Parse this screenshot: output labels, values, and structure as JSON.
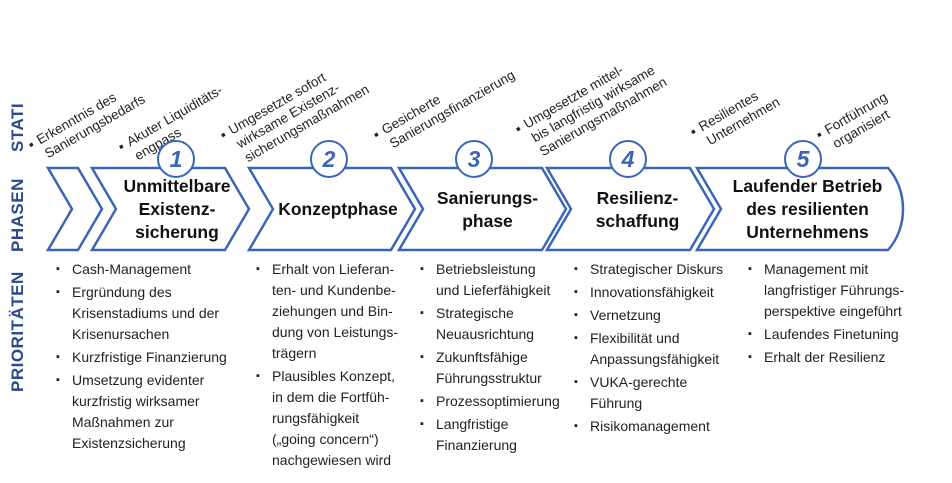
{
  "side_labels": {
    "stati": "STATI",
    "phasen": "PHASEN",
    "prioritaeten": "PRIORITÄTEN"
  },
  "stati": [
    {
      "lines": [
        "Erkenntnis des",
        "Sanierungsbedarfs"
      ]
    },
    {
      "lines": [
        "Akuter Liquiditäts-",
        "engpass"
      ]
    },
    {
      "lines": [
        "Umgesetzte sofort",
        "wirksame Existenz-",
        "sicherungsmaßnahmen"
      ]
    },
    {
      "lines": [
        "Gesicherte",
        "Sanierungsfinanzierung"
      ]
    },
    {
      "lines": [
        "Umgesetzte mittel-",
        "bis langfristig wirksame",
        "Sanierungsmaßnahmen"
      ]
    },
    {
      "lines": [
        "Resilientes",
        "Unternehmen"
      ]
    },
    {
      "lines": [
        "Fortführung",
        "organisiert"
      ]
    }
  ],
  "phases": [
    {
      "number": "1",
      "title_lines": [
        "Unmittelbare",
        "Existenz-",
        "sicherung"
      ]
    },
    {
      "number": "2",
      "title_lines": [
        "Konzeptphase"
      ]
    },
    {
      "number": "3",
      "title_lines": [
        "Sanierungs-",
        "phase"
      ]
    },
    {
      "number": "4",
      "title_lines": [
        "Resilienz-",
        "schaffung"
      ]
    },
    {
      "number": "5",
      "title_lines": [
        "Laufender Betrieb",
        "des resilienten",
        "Unternehmens"
      ]
    }
  ],
  "priorities": [
    [
      {
        "lines": [
          "Cash-Management"
        ]
      },
      {
        "lines": [
          "Ergründung des",
          "Krisenstadiums und der",
          "Krisenursachen"
        ]
      },
      {
        "lines": [
          "Kurzfristige Finanzierung"
        ]
      },
      {
        "lines": [
          "Umsetzung evidenter",
          "kurzfristig wirksamer",
          "Maßnahmen zur",
          "Existenzsicherung"
        ]
      }
    ],
    [
      {
        "lines": [
          "Erhalt von Lieferan-",
          "ten- und Kundenbe-",
          "ziehungen und Bin-",
          "dung von Leistungs-",
          "trägern"
        ]
      },
      {
        "lines": [
          "Plausibles Konzept,",
          "in dem die Fortfüh-",
          "rungsfähigkeit",
          "(„going concern“)",
          "nachgewiesen wird"
        ]
      }
    ],
    [
      {
        "lines": [
          "Betriebsleistung",
          "und Lieferfähigkeit"
        ]
      },
      {
        "lines": [
          "Strategische",
          "Neuausrichtung"
        ]
      },
      {
        "lines": [
          "Zukunftsfähige",
          "Führungsstruktur"
        ]
      },
      {
        "lines": [
          "Prozessoptimierung"
        ]
      },
      {
        "lines": [
          "Langfristige",
          "Finanzierung"
        ]
      }
    ],
    [
      {
        "lines": [
          "Strategischer Diskurs"
        ]
      },
      {
        "lines": [
          "Innovationsfähigkeit"
        ]
      },
      {
        "lines": [
          "Vernetzung"
        ]
      },
      {
        "lines": [
          "Flexibilität und",
          "Anpassungsfähigkeit"
        ]
      },
      {
        "lines": [
          "VUKA-gerechte",
          "Führung"
        ]
      },
      {
        "lines": [
          "Risikomanagement"
        ]
      }
    ],
    [
      {
        "lines": [
          "Management mit",
          "langfristiger Führungs-",
          "perspektive eingeführt"
        ]
      },
      {
        "lines": [
          "Laufendes Finetuning"
        ]
      },
      {
        "lines": [
          "Erhalt der Resilienz"
        ]
      }
    ]
  ],
  "colors": {
    "accent": "#3b66b7",
    "label": "#2b4a8b",
    "text": "#222222"
  }
}
